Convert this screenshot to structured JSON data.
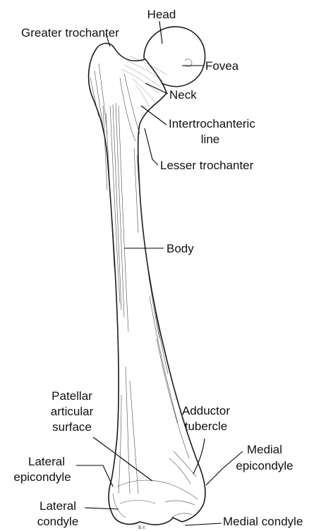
{
  "labels": {
    "head": "Head",
    "greater_trochanter": "Greater trochanter",
    "fovea": "Fovea",
    "neck": "Neck",
    "intertrochanteric_line_1": "Intertrochanteric",
    "intertrochanteric_line_2": "line",
    "lesser_trochanter": "Lesser trochanter",
    "body": "Body",
    "patellar_surface_1": "Patellar",
    "patellar_surface_2": "articular",
    "patellar_surface_3": "surface",
    "adductor_tubercle_1": "Adductor",
    "adductor_tubercle_2": "tubercle",
    "lateral_epicondyle_1": "Lateral",
    "lateral_epicondyle_2": "epicondyle",
    "medial_epicondyle_1": "Medial",
    "medial_epicondyle_2": "epicondyle",
    "lateral_condyle_1": "Lateral",
    "lateral_condyle_2": "condyle",
    "medial_condyle": "Medial condyle"
  },
  "artist_initials": "B.Y."
}
